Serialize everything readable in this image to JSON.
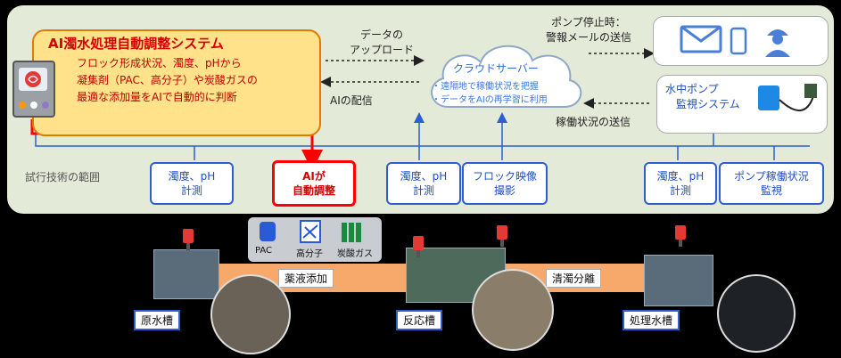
{
  "system": {
    "title": "AI濁水処理自動調整システム",
    "desc_lines": [
      "フロック形成状況、濁度、pHから",
      "凝集剤（PAC、高分子）や炭酸ガスの",
      "最適な添加量をAIで自動的に判断"
    ]
  },
  "links": {
    "upload": [
      "データの",
      "アップロード"
    ],
    "deliver": "AIの配信",
    "alert": [
      "ポンプ停止時：",
      "警報メールの送信"
    ],
    "status": "稼働状況の送信"
  },
  "cloud": {
    "title": "クラウドサーバー",
    "items": [
      "・遠隔地で稼働状況を把握",
      "・データをAIの再学習に利用"
    ]
  },
  "pump_system": [
    "水中ポンプ",
    "監視システム"
  ],
  "scope_label": "試行技術の範囲",
  "boxes": [
    {
      "lines": [
        "濁度、pH",
        "計測"
      ],
      "type": "blue"
    },
    {
      "lines": [
        "AIが",
        "自動調整"
      ],
      "type": "red"
    },
    {
      "lines": [
        "濁度、pH",
        "計測"
      ],
      "type": "blue"
    },
    {
      "lines": [
        "フロック映像",
        "撮影"
      ],
      "type": "blue"
    },
    {
      "lines": [
        "濁度、pH",
        "計測"
      ],
      "type": "blue"
    },
    {
      "lines": [
        "ポンプ稼働状況",
        "監視"
      ],
      "type": "blue"
    }
  ],
  "chemicals": [
    "PAC",
    "高分子",
    "炭酸ガス"
  ],
  "process": {
    "tanks": [
      "原水槽",
      "反応槽",
      "処理水槽"
    ],
    "steps": [
      "薬液添加",
      "清濁分離"
    ]
  },
  "colors": {
    "panel": "#e3ebd8",
    "ai_box": "#ffe28a",
    "accent_red": "#ff0000",
    "accent_blue": "#2c5fd1"
  }
}
